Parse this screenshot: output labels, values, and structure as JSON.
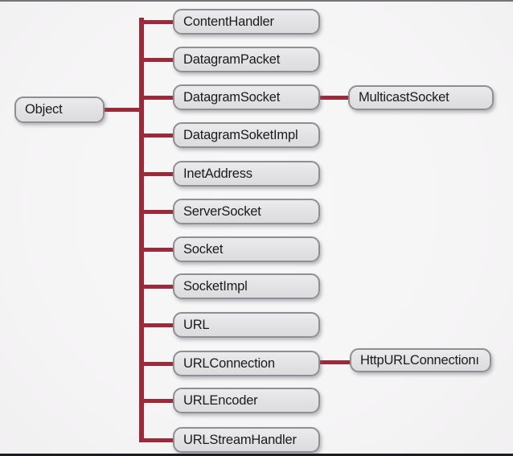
{
  "diagram": {
    "type": "class-hierarchy-tree",
    "root": {
      "label": "Object"
    },
    "branches": [
      {
        "label": "ContentHandler"
      },
      {
        "label": "DatagramPacket"
      },
      {
        "label": "DatagramSocket",
        "child": {
          "label": "MulticastSocket"
        }
      },
      {
        "label": "DatagramSoketImpl"
      },
      {
        "label": "InetAddress"
      },
      {
        "label": "ServerSocket"
      },
      {
        "label": "Socket"
      },
      {
        "label": "SocketImpl"
      },
      {
        "label": "URL"
      },
      {
        "label": "URLConnection",
        "child": {
          "label": "HttpURLConnectionı"
        }
      },
      {
        "label": "URLEncoder"
      },
      {
        "label": "URLStreamHandler"
      }
    ],
    "colors": {
      "connector_line": "#9c2a3b",
      "box_fill": "#e2e1e3",
      "box_border": "#8f8e91",
      "box_text": "#1b1b1b",
      "background": "#f6f5f6",
      "top_strip": "#757577",
      "bottom_strip": "#1c1c27"
    }
  }
}
